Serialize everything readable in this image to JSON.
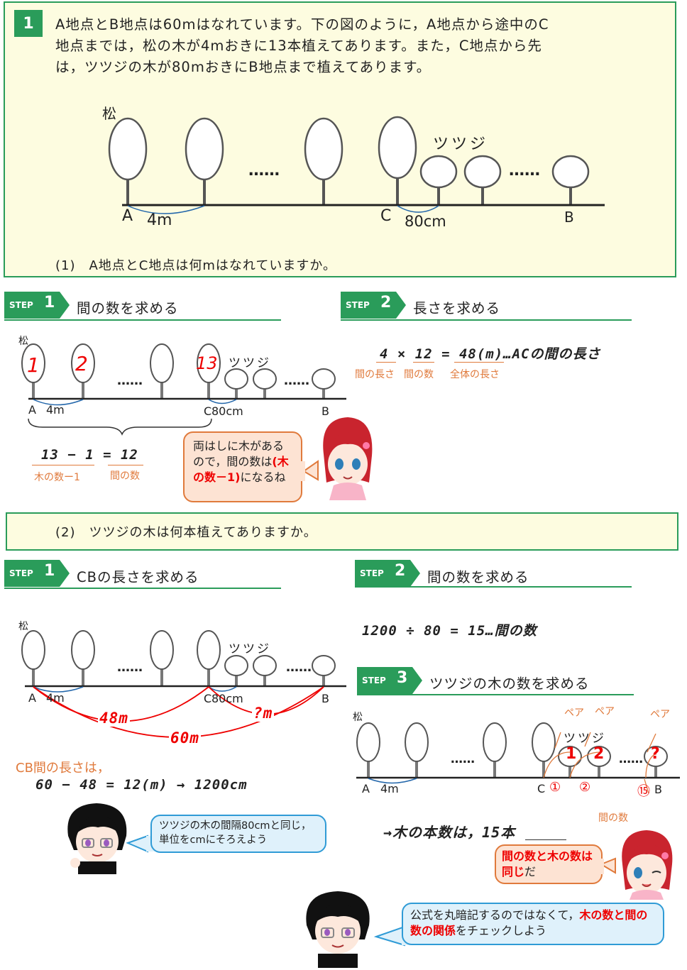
{
  "problem": {
    "number": "1",
    "text_lines": [
      "A地点とB地点は60mはなれています。下の図のように，A地点から途中のC",
      "地点までは，松の木が4mおきに13本植えてあります。また，C地点から先",
      "は，ツツジの木が80mおきにB地点まで植えてあります。"
    ],
    "q1": "(1)　A地点とC地点は何mはなれていますか。"
  },
  "diagram_labels": {
    "pine": "松",
    "azalea": "ツツジ",
    "dots": "……",
    "A": "A",
    "B": "B",
    "C": "C",
    "pine_gap": "4m",
    "azalea_gap": "80cm"
  },
  "part1": {
    "step1": {
      "word": "STEP",
      "num": "1",
      "title": "間の数を求める"
    },
    "step2": {
      "word": "STEP",
      "num": "2",
      "title": "長さを求める"
    },
    "tree_nums": [
      "1",
      "2",
      "13"
    ],
    "eq1": "13 − 1 = 12",
    "eq1_lbl_left": "木の数ー1",
    "eq1_lbl_right": "間の数",
    "eq2": "4 × 12 = 48(m)…ACの間の長さ",
    "eq2_lbl1": "間の長さ",
    "eq2_lbl2": "間の数",
    "eq2_lbl3": "全体の長さ",
    "girl_bubble_1": "両はしに木があるので，間の数は",
    "girl_bubble_red": "(木の数－1)",
    "girl_bubble_2": "になるね"
  },
  "part2": {
    "q2": "(2)　ツツジの木は何本植えてありますか。",
    "step1": {
      "word": "STEP",
      "num": "1",
      "title": "CBの長さを求める"
    },
    "step2": {
      "word": "STEP",
      "num": "2",
      "title": "間の数を求める"
    },
    "step3": {
      "word": "STEP",
      "num": "3",
      "title": "ツツジの木の数を求める"
    },
    "arc_48": "48m",
    "arc_q": "?m",
    "arc_60": "60m",
    "cb_label": "CB間の長さは，",
    "cb_eq": "60 − 48 = 12(m) → 1200cm",
    "div_eq": "1200 ÷ 80 = 15…間の数",
    "boy_bubble": "ツツジの木の間隔80cmと同じ，単位をcmにそろえよう",
    "pair": "ペア",
    "q_mark": "?",
    "circ1": "①",
    "circ2": "②",
    "circ15": "⑮",
    "gap_count": "間の数",
    "answer": "→木の本数は，15本",
    "girl_bubble_red": "間の数と木の数は同じ",
    "girl_bubble_tail": "だ",
    "final_1": "公式を丸暗記するのではなくて，",
    "final_red1": "木の数と間の数の関係",
    "final_2": "をチェックしよう"
  }
}
